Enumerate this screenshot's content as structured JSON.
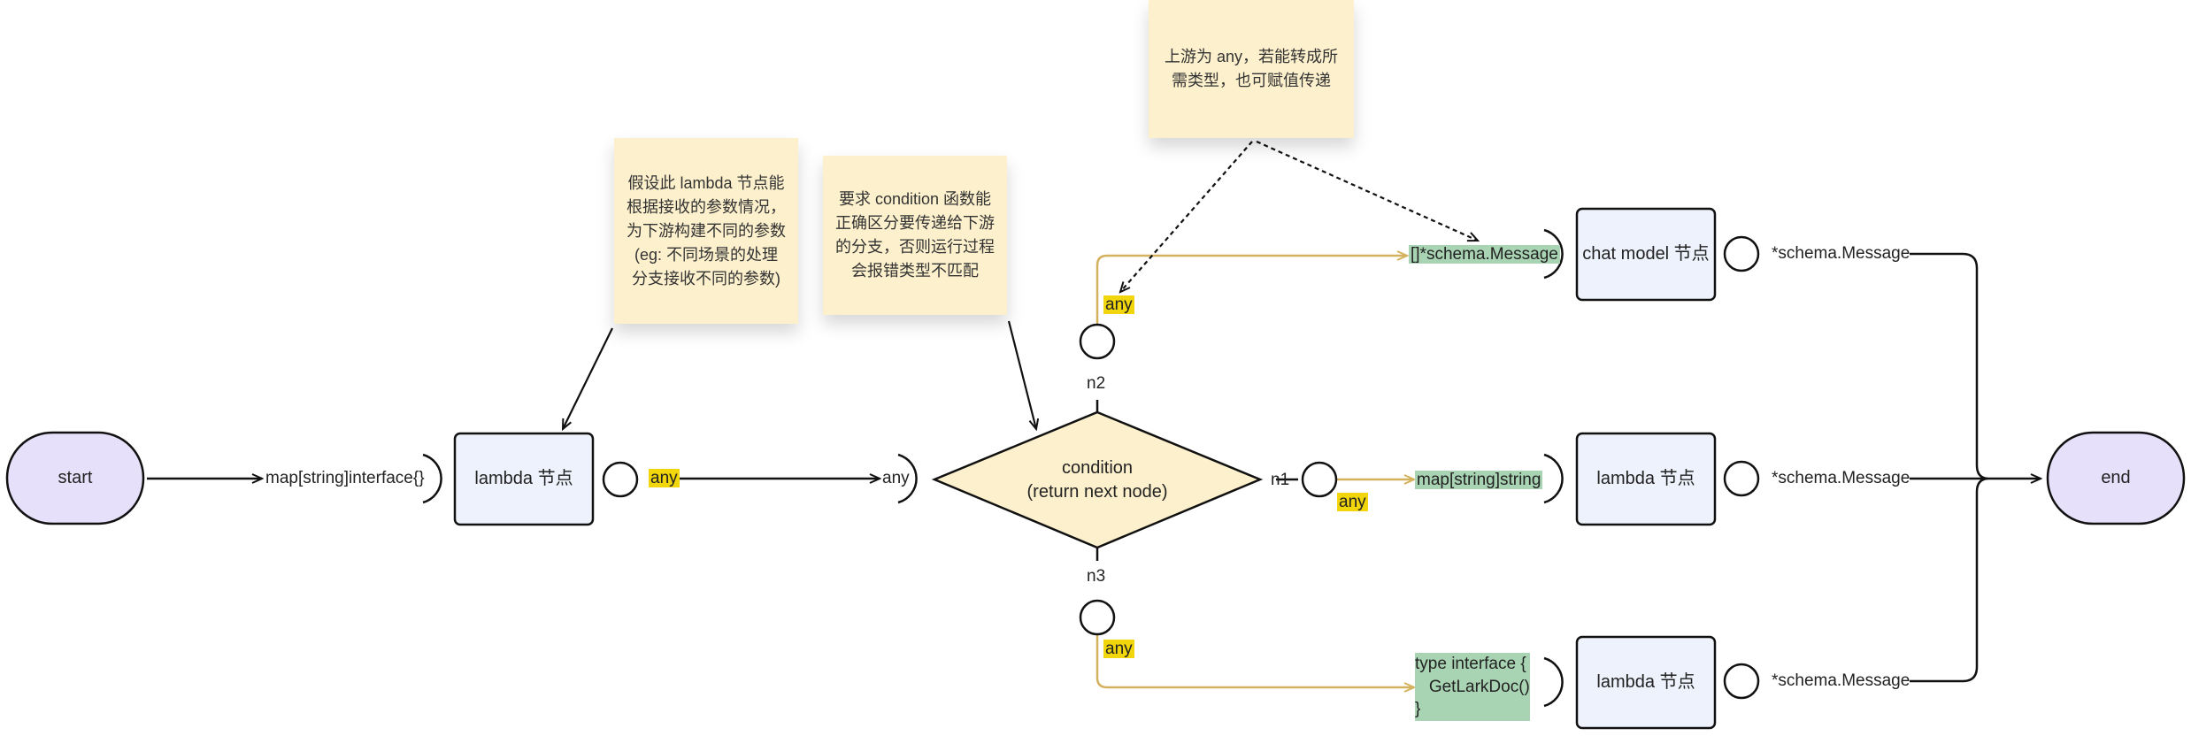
{
  "nodes": {
    "start": "start",
    "end": "end",
    "lambda_1": "lambda 节点",
    "condition_line1": "condition",
    "condition_line2": "(return next node)",
    "chat_model": "chat model 节点",
    "lambda_n1": "lambda 节点",
    "lambda_n3": "lambda 节点"
  },
  "types": {
    "start_out": "map[string]interface{}",
    "lambda_out": "any",
    "condition_in": "any",
    "n2_any": "any",
    "n1_any": "any",
    "n3_any": "any",
    "chat_in": "[]*schema.Message",
    "lambda_n1_in": "map[string]string",
    "lambda_n3_in": "type interface {\n   GetLarkDoc()\n}",
    "chat_out": "*schema.Message",
    "lambda_n1_out": "*schema.Message",
    "lambda_n3_out": "*schema.Message"
  },
  "branches": {
    "n1": "n1",
    "n2": "n2",
    "n3": "n3"
  },
  "notes": {
    "lambda_note": "假设此 lambda 节点能根据接收的参数情况，为下游构建不同的参数 (eg: 不同场景的处理分支接收不同的参数)",
    "condition_note": "要求 condition 函数能正确区分要传递给下游的分支，否则运行过程会报错类型不匹配",
    "any_note": "上游为 any，若能转成所需类型，也可赋值传递"
  },
  "colors": {
    "terminal_fill": "#e6e0fb",
    "node_fill": "#eef2fc",
    "condition_fill": "#fdf0cc",
    "branch_line": "#d4b15c",
    "highlight_any": "#f2d60c",
    "highlight_type": "#a9d4b3",
    "note_fill": "#fdf0cc"
  }
}
